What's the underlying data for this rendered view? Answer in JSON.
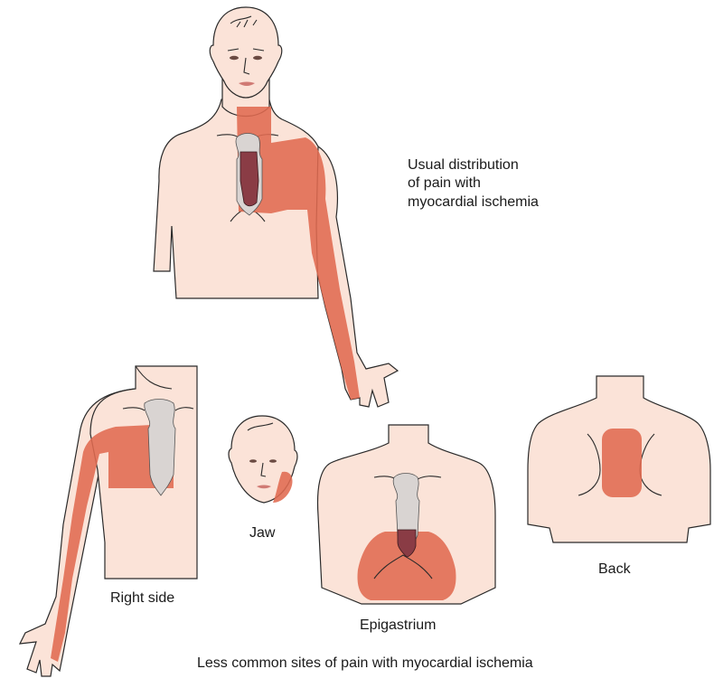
{
  "labels": {
    "main": [
      "Usual distribution",
      "of pain with",
      "myocardial ischemia"
    ],
    "right_side": "Right side",
    "jaw": "Jaw",
    "epigastrium": "Epigastrium",
    "back": "Back",
    "caption": "Less common sites of pain with myocardial ischemia"
  },
  "colors": {
    "skin": "#fbe3d8",
    "outline": "#2a2a2a",
    "pain": "#e06a50",
    "pain_light": "#ec9a84",
    "heart": "#8a3c45",
    "sternum": "#d9d4d2"
  }
}
